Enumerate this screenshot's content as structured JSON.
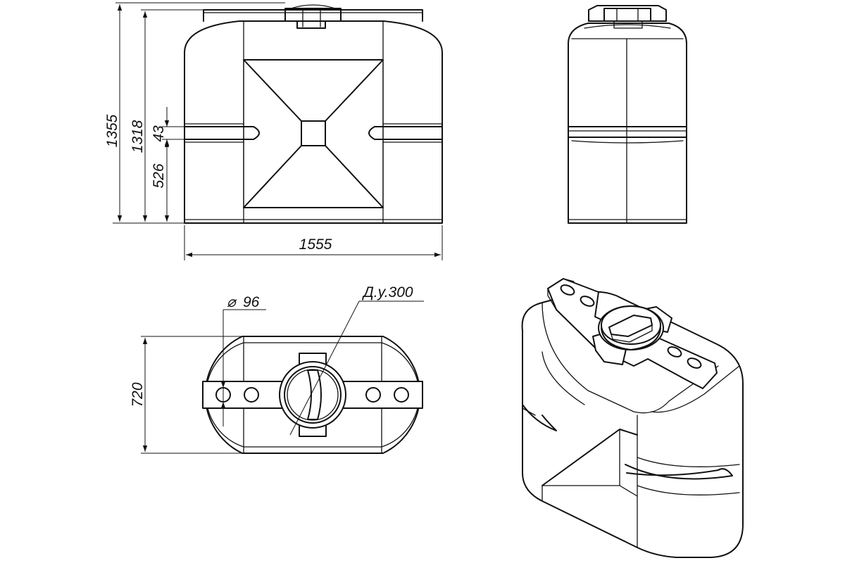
{
  "drawing": {
    "dimensions": {
      "overall_height": "1355",
      "body_height": "1318",
      "groove_height": "43",
      "lower_height": "526",
      "length": "1555",
      "width": "720",
      "hole_diameter": "96",
      "neck_diameter": "Д.у.300"
    },
    "symbols": {
      "diameter": "⌀"
    }
  }
}
